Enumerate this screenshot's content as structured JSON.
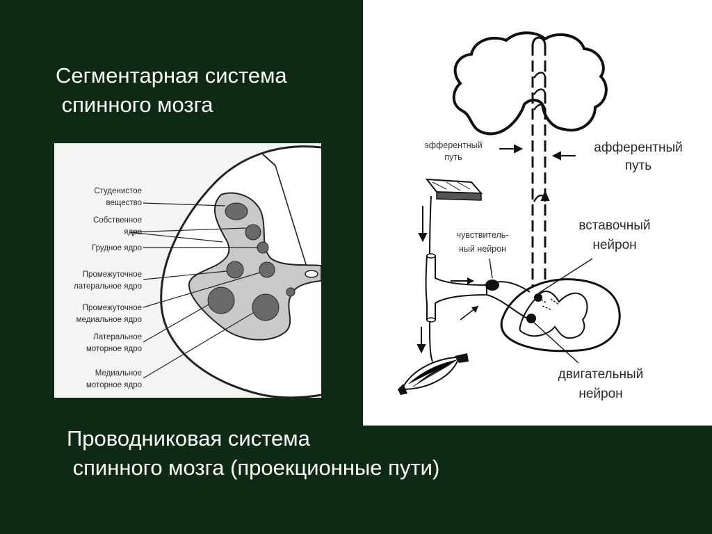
{
  "titles": {
    "segmental": "Сегментарная система\n спинного мозга",
    "conductive": "Проводниковая система\n спинного мозга (проекционные пути)"
  },
  "left_diagram": {
    "labels": [
      [
        "Студенистое",
        "вещество"
      ],
      [
        "Собственное",
        "ядро"
      ],
      [
        "Грудное ядро"
      ],
      [
        "Промежуточное",
        "латеральное ядро"
      ],
      [
        "Промежуточное",
        "медиальное ядро"
      ],
      [
        "Латеральное",
        "моторное ядро"
      ],
      [
        "Медиальное",
        "моторное ядро"
      ]
    ]
  },
  "right_diagram": {
    "efferent": [
      "эфферентный",
      "путь"
    ],
    "afferent": [
      "афферентный",
      "путь"
    ],
    "sensory_neuron": [
      "чувствитель-",
      "ный  нейрон"
    ],
    "interneuron": [
      "вставочный",
      "нейрон"
    ],
    "motor_neuron": [
      "двигательный",
      "нейрон"
    ]
  },
  "colors": {
    "slide_background": "#0e2a14",
    "title_text": "#ffffff",
    "panel_background": "#ffffff",
    "gray_matter": "#c9c9c9"
  }
}
